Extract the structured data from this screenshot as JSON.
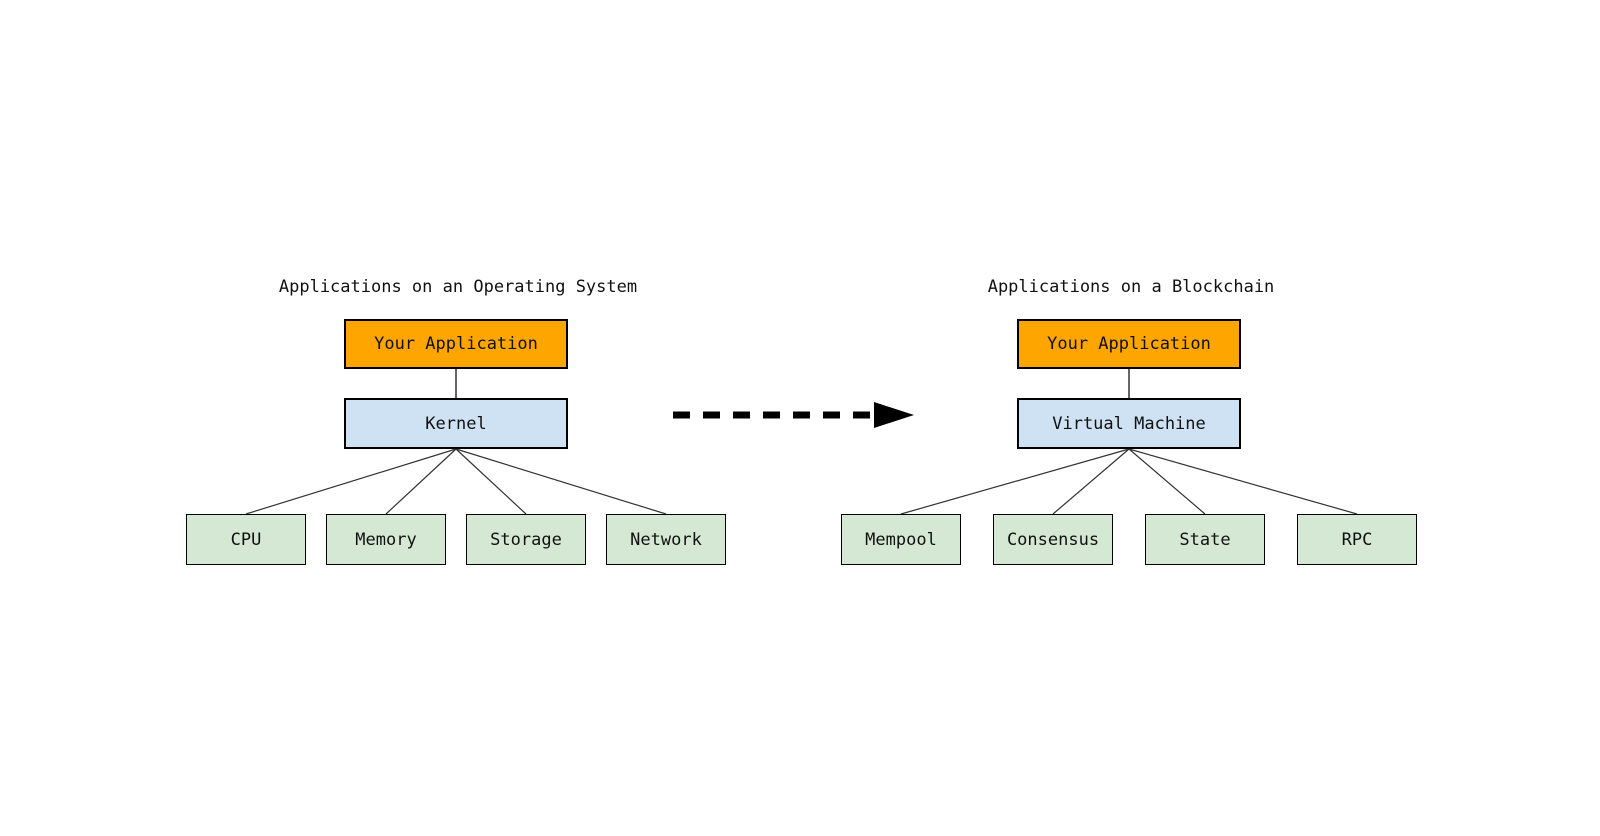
{
  "canvas": {
    "background": "#ffffff"
  },
  "colors": {
    "app_fill": "#FFA500",
    "app_border": "#000000",
    "middle_fill": "#CFE2F3",
    "middle_border": "#000000",
    "leaf_fill": "#D5E8D4",
    "leaf_border": "#000000",
    "connector_line": "#333333",
    "arrow": "#000000",
    "text": "#111111"
  },
  "left_diagram": {
    "title": "Applications on an Operating System",
    "app_label": "Your Application",
    "middle_label": "Kernel",
    "leaves": [
      "CPU",
      "Memory",
      "Storage",
      "Network"
    ]
  },
  "right_diagram": {
    "title": "Applications on a Blockchain",
    "app_label": "Your Application",
    "middle_label": "Virtual Machine",
    "leaves": [
      "Mempool",
      "Consensus",
      "State",
      "RPC"
    ]
  }
}
